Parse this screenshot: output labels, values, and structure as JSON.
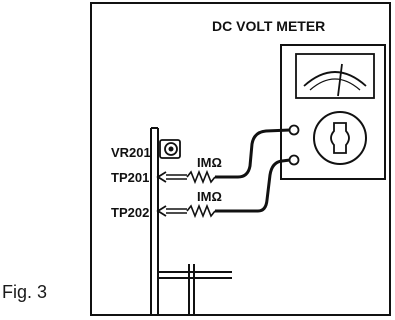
{
  "figure_label": "Fig. 3",
  "meter": {
    "title": "DC VOLT METER"
  },
  "test_points": {
    "vr": "VR201",
    "tp1": "TP201",
    "tp2": "TP202"
  },
  "resistors": {
    "r1": "IMΩ",
    "r2": "IMΩ"
  }
}
